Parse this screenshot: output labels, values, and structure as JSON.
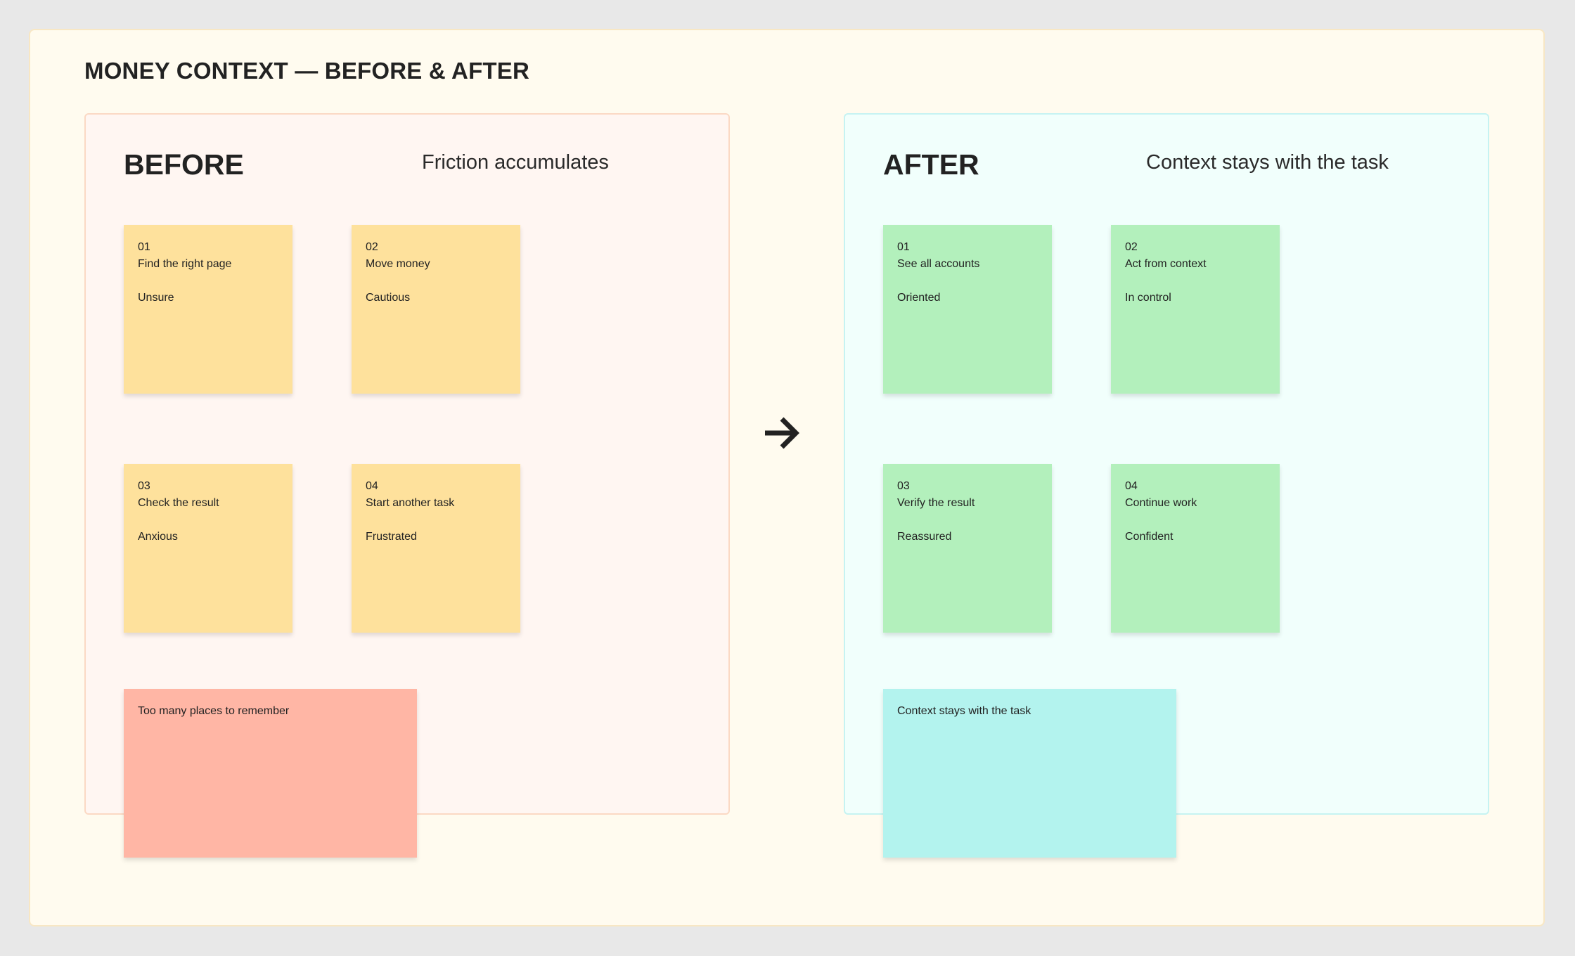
{
  "title": "MONEY CONTEXT — BEFORE & AFTER",
  "before": {
    "heading": "BEFORE",
    "subtitle": "Friction accumulates",
    "steps": [
      {
        "number": "01",
        "label": "Find the right page",
        "feeling": "Unsure"
      },
      {
        "number": "02",
        "label": "Move money",
        "feeling": "Cautious"
      },
      {
        "number": "03",
        "label": "Check the result",
        "feeling": "Anxious"
      },
      {
        "number": "04",
        "label": "Start another task",
        "feeling": "Frustrated"
      }
    ],
    "note": "Too many places to remember"
  },
  "after": {
    "heading": "AFTER",
    "subtitle": "Context stays with the task",
    "steps": [
      {
        "number": "01",
        "label": "See all accounts",
        "feeling": "Oriented"
      },
      {
        "number": "02",
        "label": "Act from context",
        "feeling": "In control"
      },
      {
        "number": "03",
        "label": "Verify the result",
        "feeling": "Reassured"
      },
      {
        "number": "04",
        "label": "Continue work",
        "feeling": "Confident"
      }
    ],
    "note": "Context stays with the task"
  },
  "colors": {
    "before_sticky": "#fee19c",
    "before_note": "#ffb6a5",
    "after_sticky": "#b3f0bc",
    "after_note": "#b3f3ee"
  },
  "icons": {
    "transition": "arrow-right-icon"
  }
}
